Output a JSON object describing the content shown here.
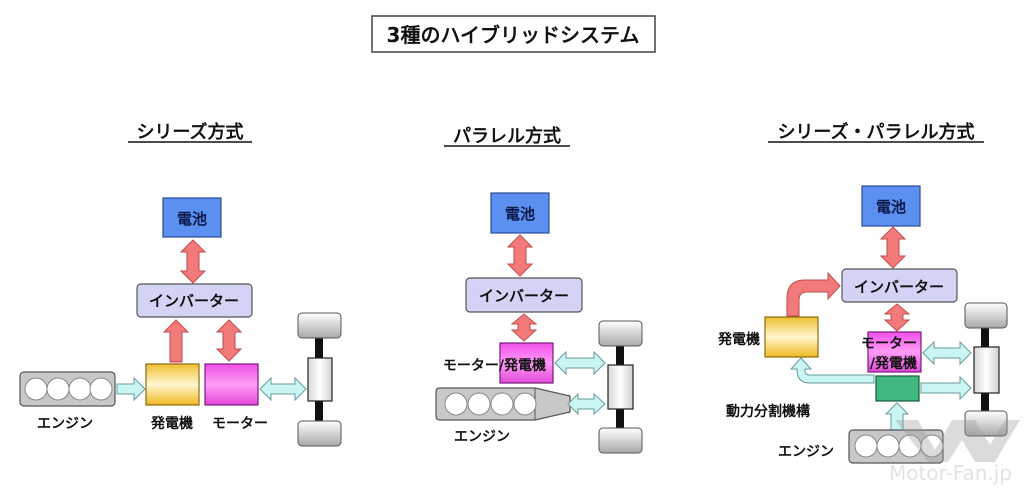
{
  "title": "3種のハイブリッドシステム",
  "colors": {
    "battery": "#5b8ff0",
    "inverter": "#d3d3f5",
    "generator": "#f4c63a",
    "motor": "#f46ef0",
    "split": "#3fb87e",
    "engine": "#c8c8c8",
    "power_arrow": "#f27a7a",
    "mech_arrow": "#c9f5f5"
  },
  "series": {
    "heading": "シリーズ方式",
    "battery": "電池",
    "inverter": "インバーター",
    "engine": "エンジン",
    "generator": "発電機",
    "motor": "モーター"
  },
  "parallel": {
    "heading": "パラレル方式",
    "battery": "電池",
    "inverter": "インバーター",
    "motor_generator": "モーター/発電機",
    "engine": "エンジン"
  },
  "series_parallel": {
    "heading": "シリーズ・パラレル方式",
    "battery": "電池",
    "inverter": "インバーター",
    "generator": "発電機",
    "motor_generator_line1": "モーター",
    "motor_generator_line2": "/発電機",
    "power_split": "動力分割機構",
    "engine": "エンジン"
  },
  "watermark": "Motor-Fan.jp"
}
